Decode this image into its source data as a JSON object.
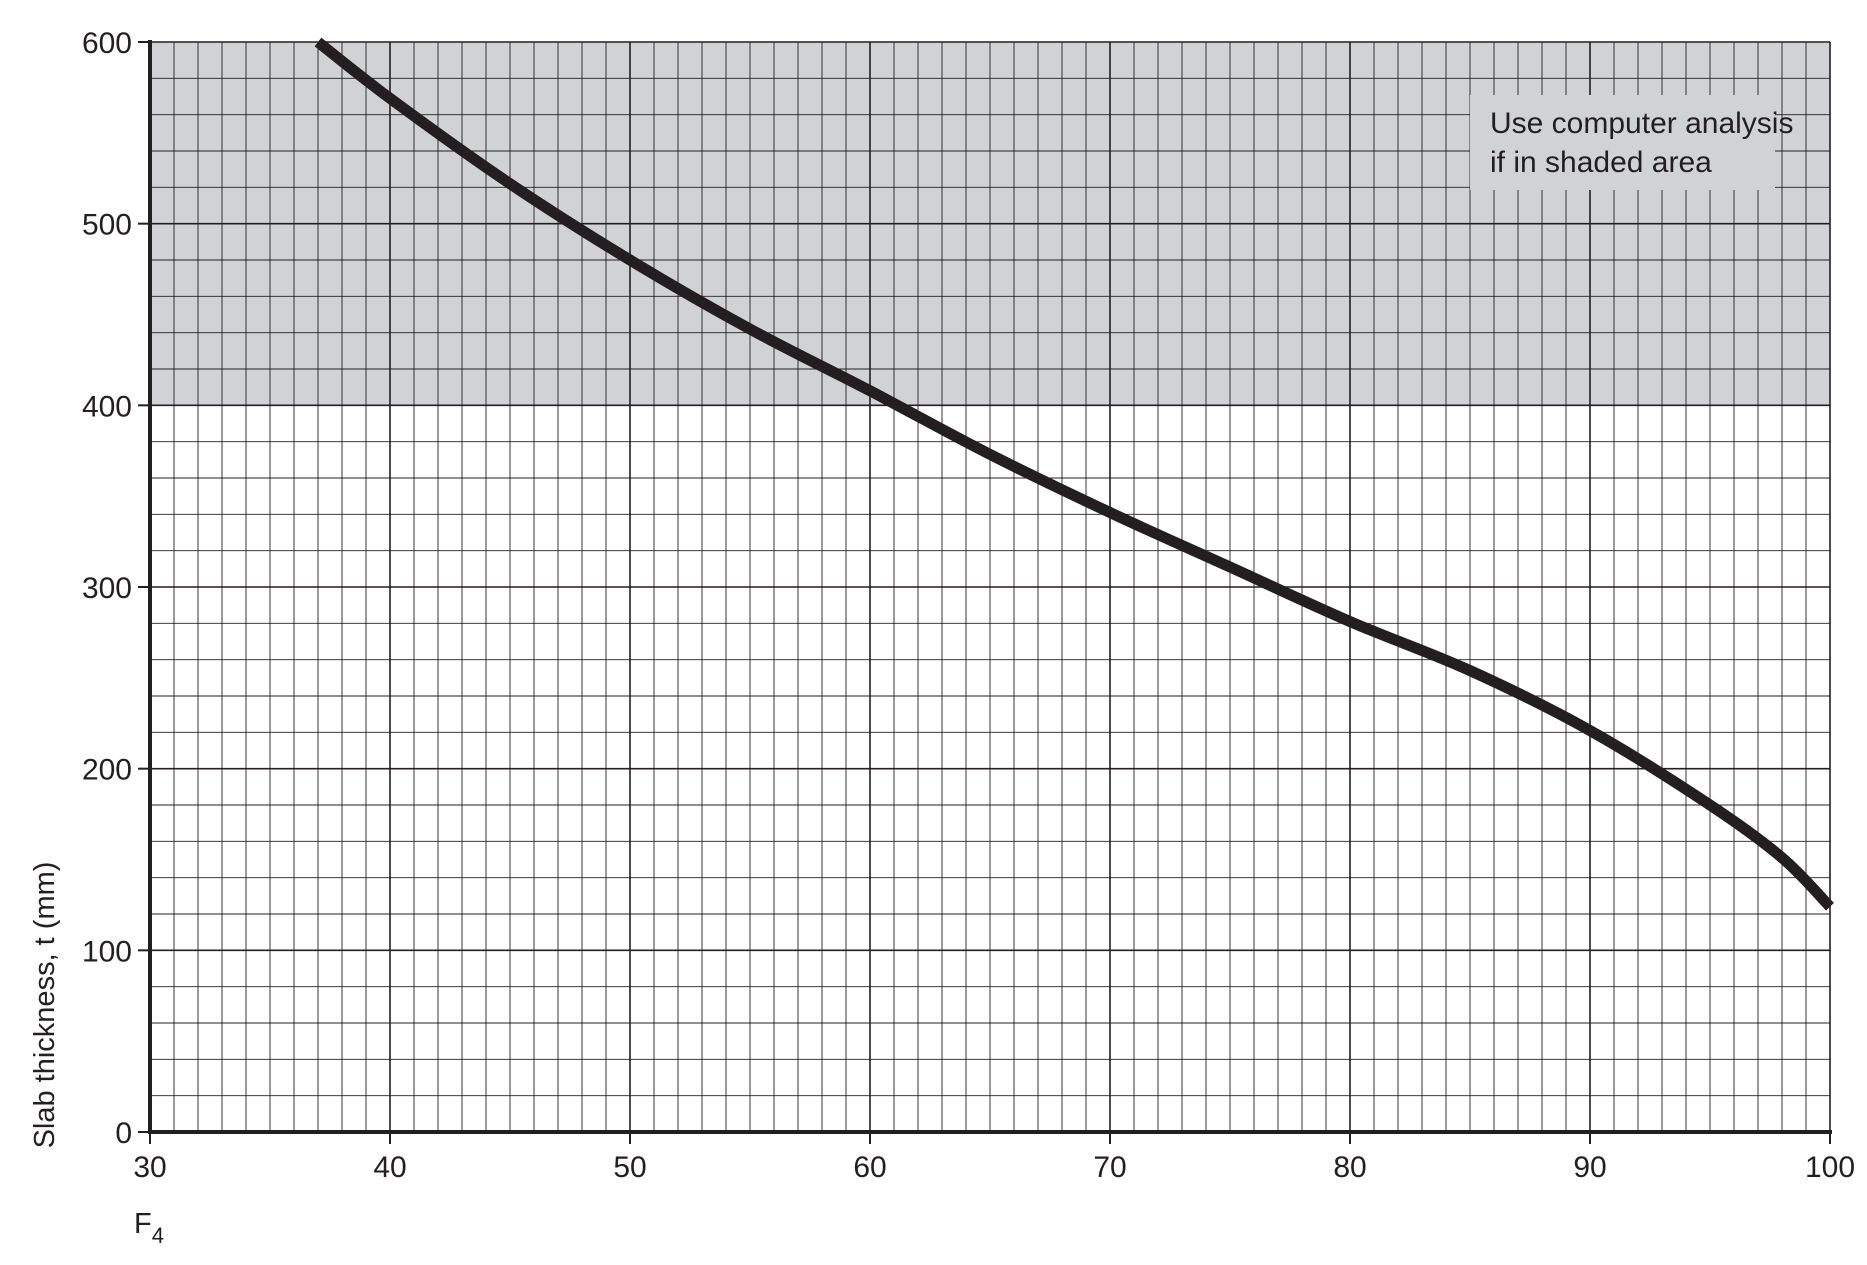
{
  "chart_data": {
    "type": "line",
    "title": "",
    "xlabel": "F",
    "xlabel_sub": "4",
    "ylabel": "Slab thickness, t (mm)",
    "xlim": [
      30,
      100
    ],
    "ylim": [
      0,
      600
    ],
    "x_ticks": [
      "30",
      "40",
      "50",
      "60",
      "70",
      "80",
      "90",
      "100"
    ],
    "y_ticks": [
      "0",
      "100",
      "200",
      "300",
      "400",
      "500",
      "600"
    ],
    "x_tick_values": [
      30,
      40,
      50,
      60,
      70,
      80,
      90,
      100
    ],
    "y_tick_values": [
      0,
      100,
      200,
      300,
      400,
      500,
      600
    ],
    "minor_grid_x_step": 1,
    "minor_grid_y_step": 20,
    "grid": true,
    "shaded_region": {
      "y_from": 400,
      "y_to": 600,
      "color": "#d1d2d4"
    },
    "annotation_lines": [
      "Use computer analysis",
      "if in shaded area"
    ],
    "series": [
      {
        "color": "#231f20",
        "points": [
          [
            37,
            600
          ],
          [
            40,
            569
          ],
          [
            45,
            522
          ],
          [
            50,
            480
          ],
          [
            55,
            442
          ],
          [
            60,
            408
          ],
          [
            65,
            373
          ],
          [
            70,
            341
          ],
          [
            75,
            311
          ],
          [
            80,
            281
          ],
          [
            85,
            254
          ],
          [
            90,
            221
          ],
          [
            95,
            180
          ],
          [
            98,
            151
          ],
          [
            100,
            124
          ]
        ]
      }
    ]
  },
  "colors": {
    "grid_line": "#231f20",
    "shade": "#d1d2d4",
    "curve": "#231f20",
    "text": "#231f20"
  }
}
